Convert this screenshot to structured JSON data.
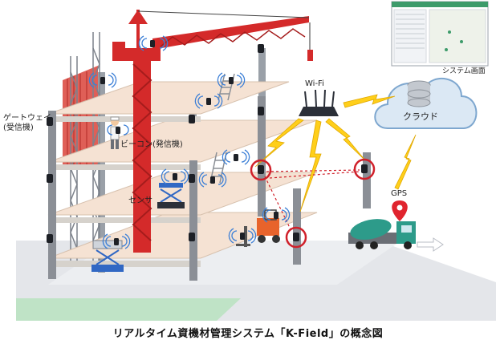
{
  "labels": {
    "gateway_line1": "ゲートウェイ",
    "gateway_line2": "(受信機)",
    "beacon": "ビーコン(発信機)",
    "sensor": "センサ",
    "wifi": "Wi-Fi",
    "cloud": "クラウド",
    "system_screen": "システム画面",
    "gps": "GPS"
  },
  "caption": "リアルタイム資機材管理システム「K-Field」の概念図",
  "colors": {
    "crane": "#d42a2a",
    "floor": "#f5e2d3",
    "column": "#8b8f96",
    "cloud": "#dbe8f4",
    "cloud_stroke": "#7ea7cf",
    "lightning": "#ffcf1a",
    "highlight_ring": "#d0202a",
    "signal_wave": "#3c7fd6",
    "ground_strip": "#bfe3c6",
    "road": "#e4e6ea",
    "forklift": "#e8632b",
    "mixer_truck_drum": "#2d9b8a",
    "gps_pin": "#e0242e",
    "scissor_lift": "#3168c4",
    "system_screen_header": "#3d9b6a"
  }
}
